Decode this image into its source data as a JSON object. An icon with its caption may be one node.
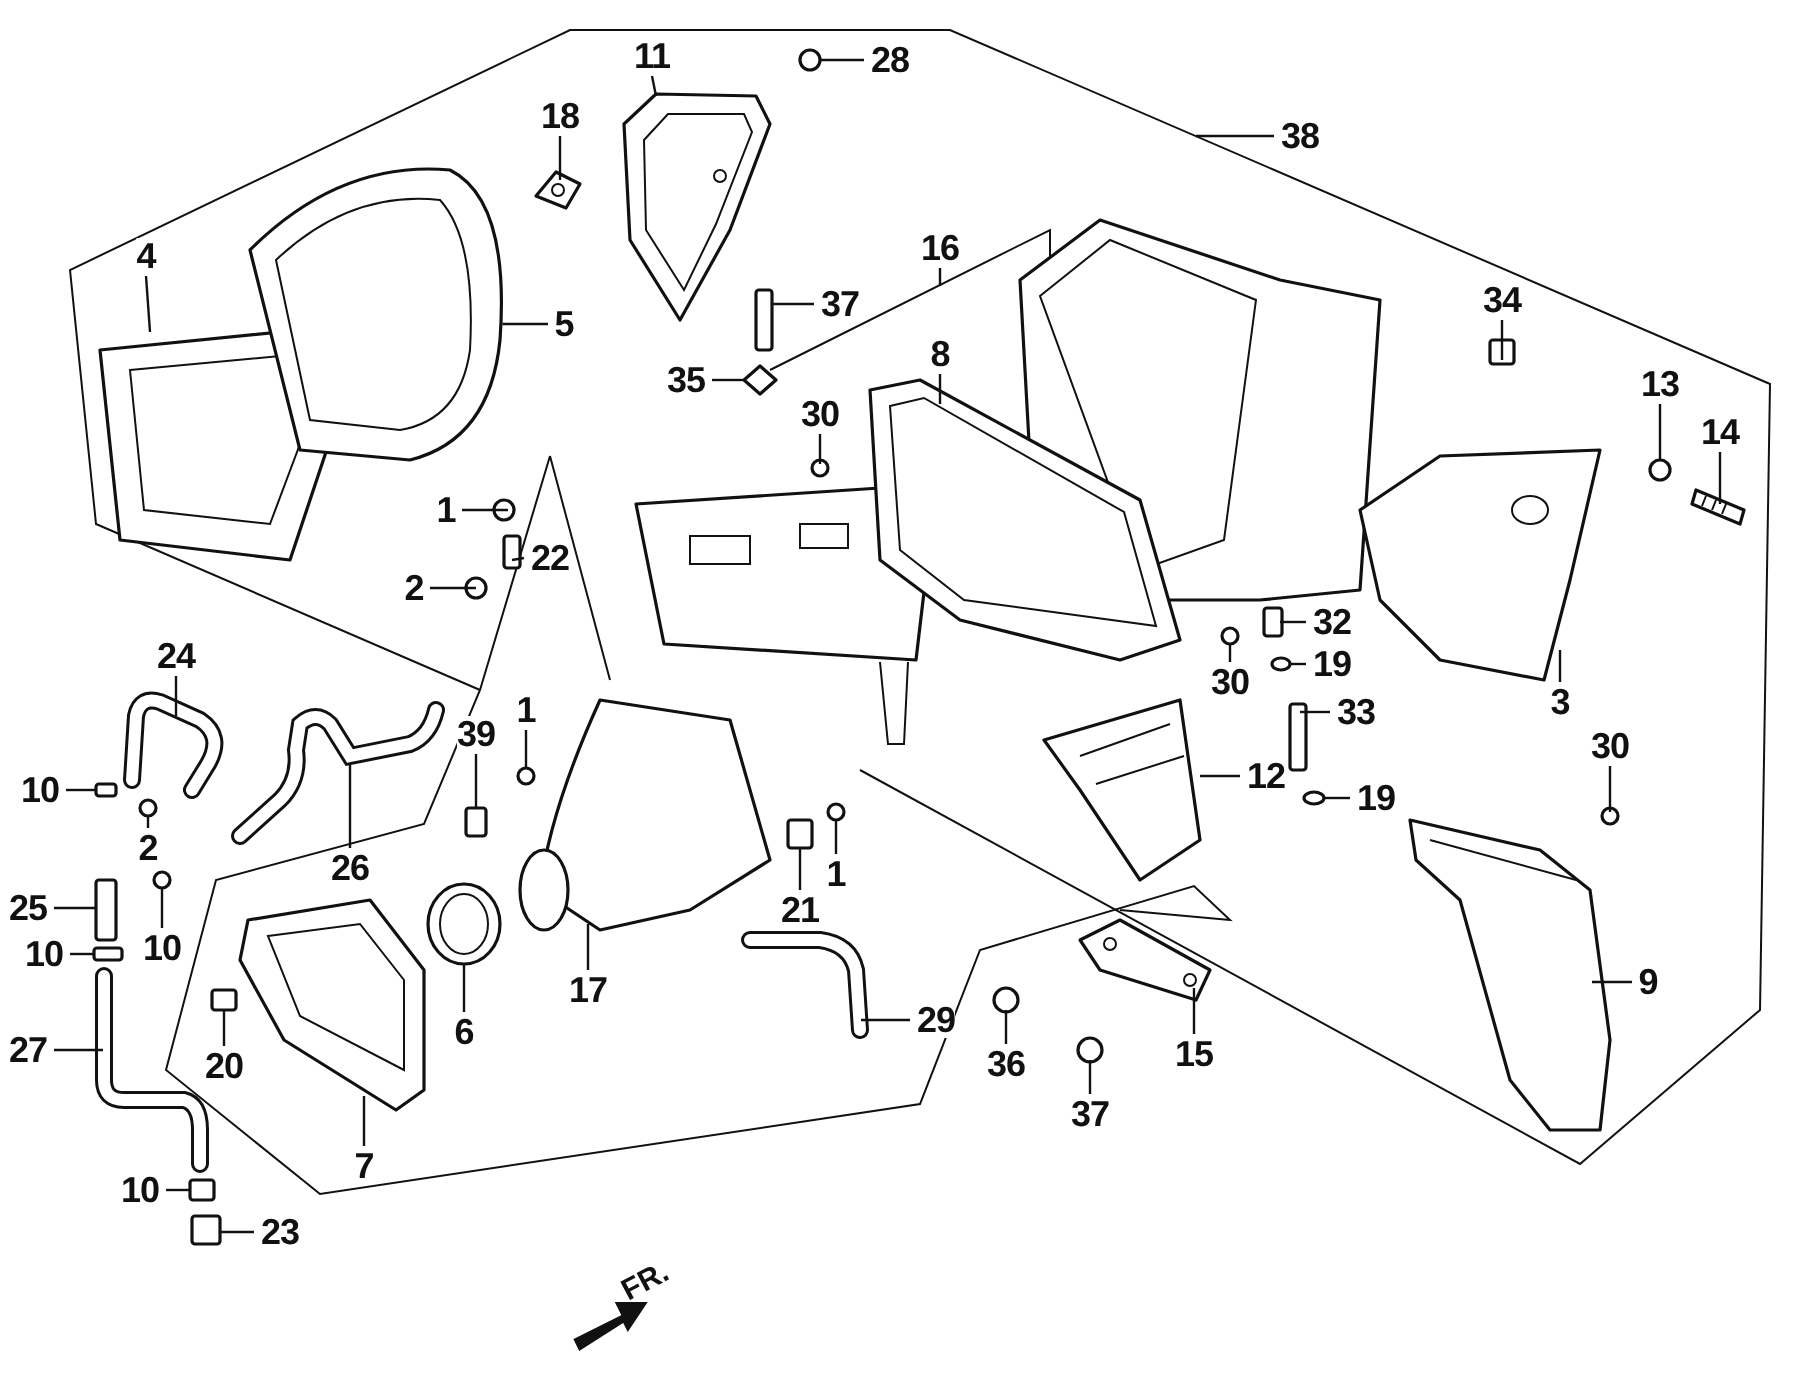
{
  "diagram": {
    "nodes": [
      {
        "text": [
          "11"
        ]
      },
      {
        "text": [
          "28"
        ]
      },
      {
        "text": [
          "38"
        ]
      },
      {
        "text": [
          "18"
        ]
      },
      {
        "text": [
          "4"
        ]
      },
      {
        "text": [
          "5"
        ]
      },
      {
        "text": [
          "16"
        ]
      },
      {
        "text": [
          "37"
        ]
      },
      {
        "text": [
          "8"
        ]
      },
      {
        "text": [
          "34"
        ]
      },
      {
        "text": [
          "35"
        ]
      },
      {
        "text": [
          "30"
        ]
      },
      {
        "text": [
          "13"
        ]
      },
      {
        "text": [
          "14"
        ]
      },
      {
        "text": [
          "1"
        ]
      },
      {
        "text": [
          "22"
        ]
      },
      {
        "text": [
          "2"
        ]
      },
      {
        "text": [
          "24"
        ]
      },
      {
        "text": [
          "39"
        ]
      },
      {
        "text": [
          "1"
        ]
      },
      {
        "text": [
          "32"
        ]
      },
      {
        "text": [
          "3"
        ]
      },
      {
        "text": [
          "19"
        ]
      },
      {
        "text": [
          "30"
        ]
      },
      {
        "text": [
          "33"
        ]
      },
      {
        "text": [
          "10"
        ]
      },
      {
        "text": [
          "26"
        ]
      },
      {
        "text": [
          "2"
        ]
      },
      {
        "text": [
          "12"
        ]
      },
      {
        "text": [
          "19"
        ]
      },
      {
        "text": [
          "30"
        ]
      },
      {
        "text": [
          "1"
        ]
      },
      {
        "text": [
          "21"
        ]
      },
      {
        "text": [
          "25"
        ]
      },
      {
        "text": [
          "10"
        ]
      },
      {
        "text": [
          "10"
        ]
      },
      {
        "text": [
          "17"
        ]
      },
      {
        "text": [
          "6"
        ]
      },
      {
        "text": [
          "9"
        ]
      },
      {
        "text": [
          "29"
        ]
      },
      {
        "text": [
          "36"
        ]
      },
      {
        "text": [
          "15"
        ]
      },
      {
        "text": [
          "27"
        ]
      },
      {
        "text": [
          "20"
        ]
      },
      {
        "text": [
          "37"
        ]
      },
      {
        "text": [
          "7"
        ]
      },
      {
        "text": [
          "10"
        ]
      },
      {
        "text": [
          "23"
        ]
      },
      {
        "text": [],
        "shape": "picture"
      },
      {
        "text": [],
        "shape": "circle"
      },
      {
        "text": [],
        "shape": "picture"
      },
      {
        "text": [],
        "shape": "picture"
      },
      {
        "text": [],
        "shape": "picture"
      },
      {
        "text": [],
        "shape": "box"
      },
      {
        "text": [],
        "shape": "picture"
      },
      {
        "text": [],
        "shape": "box"
      },
      {
        "text": [],
        "shape": "diamond"
      },
      {
        "text": [],
        "shape": "circle"
      },
      {
        "text": [],
        "shape": "circle"
      },
      {
        "text": [],
        "shape": "picture"
      },
      {
        "text": [],
        "shape": "circle"
      },
      {
        "text": [],
        "shape": "box"
      },
      {
        "text": [],
        "shape": "circle"
      },
      {
        "text": [],
        "shape": "picture"
      },
      {
        "text": [],
        "shape": "box"
      },
      {
        "text": [],
        "shape": "circle"
      },
      {
        "text": [],
        "shape": "box"
      },
      {
        "text": [],
        "shape": "picture"
      },
      {
        "text": [],
        "shape": "circle"
      },
      {
        "text": [],
        "shape": "circle"
      },
      {
        "text": [],
        "shape": "box"
      },
      {
        "text": [],
        "shape": "box"
      },
      {
        "text": [],
        "shape": "picture"
      },
      {
        "text": [],
        "shape": "circle"
      },
      {
        "text": [],
        "shape": "picture"
      },
      {
        "text": [],
        "shape": "circle"
      },
      {
        "text": [],
        "shape": "circle"
      },
      {
        "text": [],
        "shape": "circle"
      },
      {
        "text": [],
        "shape": "box"
      },
      {
        "text": [],
        "shape": "box"
      },
      {
        "text": [],
        "shape": "circle"
      },
      {
        "text": [],
        "shape": "box"
      },
      {
        "text": [],
        "shape": "picture"
      },
      {
        "text": [],
        "shape": "picture"
      },
      {
        "text": [],
        "shape": "picture"
      },
      {
        "text": [],
        "shape": "picture"
      },
      {
        "text": [],
        "shape": "circle"
      },
      {
        "text": [],
        "shape": "picture"
      },
      {
        "text": [],
        "shape": "picture"
      },
      {
        "text": [],
        "shape": "box"
      },
      {
        "text": [],
        "shape": "circle"
      },
      {
        "text": [],
        "shape": "picture"
      },
      {
        "text": [],
        "shape": "box"
      },
      {
        "text": [],
        "shape": "box"
      }
    ],
    "edges": [
      {
        "from": 0,
        "to": 48,
        "arrow": "none"
      },
      {
        "from": 1,
        "to": 49,
        "arrow": "none"
      },
      {
        "from": 2,
        "to": null,
        "arrow": "none"
      },
      {
        "from": 3,
        "to": 50,
        "arrow": "none"
      },
      {
        "from": 4,
        "to": 51,
        "arrow": "none"
      },
      {
        "from": 5,
        "to": 52,
        "arrow": "none"
      },
      {
        "from": 6,
        "to": null,
        "arrow": "none"
      },
      {
        "from": 7,
        "to": 53,
        "arrow": "none"
      },
      {
        "from": 8,
        "to": 54,
        "arrow": "none"
      },
      {
        "from": 9,
        "to": 55,
        "arrow": "none"
      },
      {
        "from": 10,
        "to": 56,
        "arrow": "none"
      },
      {
        "from": 11,
        "to": 57,
        "arrow": "none"
      },
      {
        "from": 12,
        "to": 58,
        "arrow": "none"
      },
      {
        "from": 13,
        "to": 59,
        "arrow": "none"
      },
      {
        "from": 14,
        "to": 60,
        "arrow": "none"
      },
      {
        "from": 15,
        "to": 61,
        "arrow": "none"
      },
      {
        "from": 16,
        "to": 62,
        "arrow": "none"
      },
      {
        "from": 17,
        "to": 63,
        "arrow": "none"
      },
      {
        "from": 18,
        "to": 64,
        "arrow": "none"
      },
      {
        "from": 19,
        "to": 65,
        "arrow": "none"
      },
      {
        "from": 20,
        "to": 66,
        "arrow": "none"
      },
      {
        "from": 21,
        "to": 67,
        "arrow": "none"
      },
      {
        "from": 22,
        "to": 68,
        "arrow": "none"
      },
      {
        "from": 23,
        "to": 69,
        "arrow": "none"
      },
      {
        "from": 24,
        "to": 70,
        "arrow": "none"
      },
      {
        "from": 25,
        "to": 71,
        "arrow": "none"
      },
      {
        "from": 26,
        "to": 72,
        "arrow": "none"
      },
      {
        "from": 27,
        "to": 73,
        "arrow": "none"
      },
      {
        "from": 28,
        "to": 74,
        "arrow": "none"
      },
      {
        "from": 29,
        "to": 75,
        "arrow": "none"
      },
      {
        "from": 30,
        "to": 76,
        "arrow": "none"
      },
      {
        "from": 31,
        "to": 77,
        "arrow": "none"
      },
      {
        "from": 32,
        "to": 78,
        "arrow": "none"
      },
      {
        "from": 33,
        "to": 79,
        "arrow": "none"
      },
      {
        "from": 34,
        "to": 80,
        "arrow": "none"
      },
      {
        "from": 35,
        "to": 81,
        "arrow": "none"
      },
      {
        "from": 36,
        "to": 82,
        "arrow": "none"
      },
      {
        "from": 37,
        "to": 83,
        "arrow": "none"
      },
      {
        "from": 38,
        "to": 84,
        "arrow": "none"
      },
      {
        "from": 39,
        "to": 85,
        "arrow": "none"
      },
      {
        "from": 40,
        "to": 86,
        "arrow": "none"
      },
      {
        "from": 41,
        "to": 87,
        "arrow": "none"
      },
      {
        "from": 42,
        "to": 88,
        "arrow": "none"
      },
      {
        "from": 43,
        "to": 89,
        "arrow": "none"
      },
      {
        "from": 44,
        "to": 90,
        "arrow": "none"
      },
      {
        "from": 45,
        "to": 91,
        "arrow": "none"
      },
      {
        "from": 46,
        "to": 92,
        "arrow": "none"
      },
      {
        "from": 47,
        "to": 93,
        "arrow": "none"
      }
    ],
    "labels": [
      "FR."
    ]
  }
}
